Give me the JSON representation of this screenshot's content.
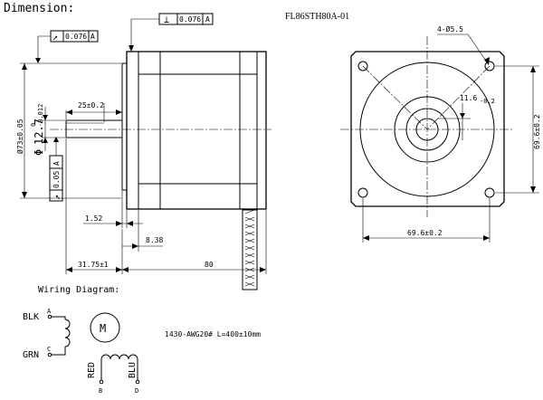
{
  "header": {
    "title": "Dimension:",
    "model": "FL86STH80A-01"
  },
  "side_view": {
    "runout_symbol": "↗",
    "runout_value": "0.076",
    "runout_datum": "A",
    "perp_symbol": "⊥",
    "perp_value": "0.076",
    "perp_datum": "A",
    "runout_shaft_symbol": "↗",
    "runout_shaft_value": "0.05",
    "runout_shaft_datum": "A",
    "dim_pilot_dia": "Ø73±0.05",
    "dim_shaft_dia_sym": "Φ",
    "dim_shaft_dia_value": "12.7",
    "dim_shaft_tol_upper": "0",
    "dim_shaft_tol_lower": "-0.012",
    "dim_flat_length": "25±0.2",
    "dim_pilot_depth": "1.52",
    "dim_flange_thickness": "8.38",
    "dim_shaft_length": "31.75±1",
    "dim_body_length": "80"
  },
  "front_view": {
    "hole_callout": "4-Ø5.5",
    "dim_flat_depth": "11.6",
    "dim_flat_depth_tol": "-0.2",
    "dim_hole_pitch_h": "69.6±0.2",
    "dim_hole_pitch_v": "69.6±0.2"
  },
  "wiring": {
    "title": "Wiring Diagram:",
    "motor_label": "M",
    "wire_blk": "BLK",
    "wire_grn": "GRN",
    "wire_red": "RED",
    "wire_blu": "BLU",
    "pin_a": "A",
    "pin_b": "B",
    "pin_c": "C",
    "pin_d": "D",
    "cable_spec": "1430-AWG20# L=400±10mm"
  }
}
